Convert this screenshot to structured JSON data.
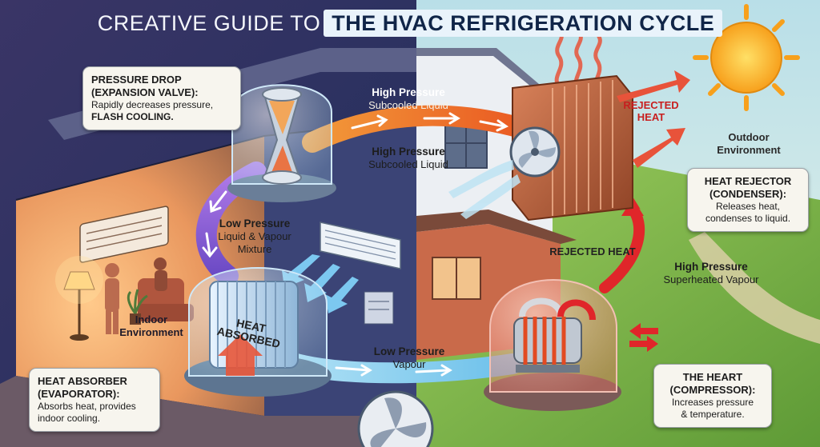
{
  "title": {
    "part1": "CREATIVE GUIDE TO",
    "part2": "THE HVAC REFRIGERATION CYCLE"
  },
  "callouts": {
    "expansion": {
      "heading1": "PRESSURE DROP",
      "heading2": "(EXPANSION VALVE):",
      "body": "Rapidly decreases pressure,",
      "emphasis": "FLASH COOLING."
    },
    "condenser": {
      "heading1": "HEAT REJECTOR",
      "heading2": "(CONDENSER):",
      "line1": "Releases heat,",
      "line2": "condenses to liquid."
    },
    "evaporator": {
      "heading1": "HEAT ABSORBER",
      "heading2": "(EVAPORATOR):",
      "line1": "Absorbs heat, provides",
      "line2": "indoor cooling."
    },
    "compressor": {
      "heading1": "THE HEART",
      "heading2": "(COMPRESSOR):",
      "line1": "Increases pressure",
      "line2": "& temperature."
    }
  },
  "flow_labels": {
    "top_line": {
      "pressure": "High Pressure",
      "state": "Subcooled Liquid"
    },
    "top_lower": {
      "pressure": "High Pressure",
      "state": "Subcooled Liquid"
    },
    "left": {
      "pressure": "Low Pressure",
      "state1": "Liquid & Vapour",
      "state2": "Mixture"
    },
    "bottom": {
      "pressure": "Low Pressure",
      "state": "Vapour"
    },
    "right": {
      "pressure": "High Pressure",
      "state": "Superheated Vapour"
    }
  },
  "environments": {
    "indoor": {
      "line1": "Indoor",
      "line2": "Environment"
    },
    "outdoor": {
      "line1": "Outdoor",
      "line2": "Environment"
    }
  },
  "tags": {
    "rejected_heat_top": {
      "line1": "REJECTED",
      "line2": "HEAT"
    },
    "rejected_heat_mid": "REJECTED HEAT",
    "heat_absorbed": {
      "line1": "HEAT",
      "line2": "ABSORBED"
    }
  },
  "colors": {
    "indoor_bg": "#2c2f5e",
    "outdoor_sky": "#d4ecf1",
    "grass": "#7cb04a",
    "hot_pipe": "#f07a2a",
    "cold_pipe": "#8ad0f0",
    "low_mix_pipe": "#8c5cd6",
    "hot_vapour_pipe": "#e0262a",
    "copper": "#c0643e",
    "sun": "#f7b21c"
  }
}
